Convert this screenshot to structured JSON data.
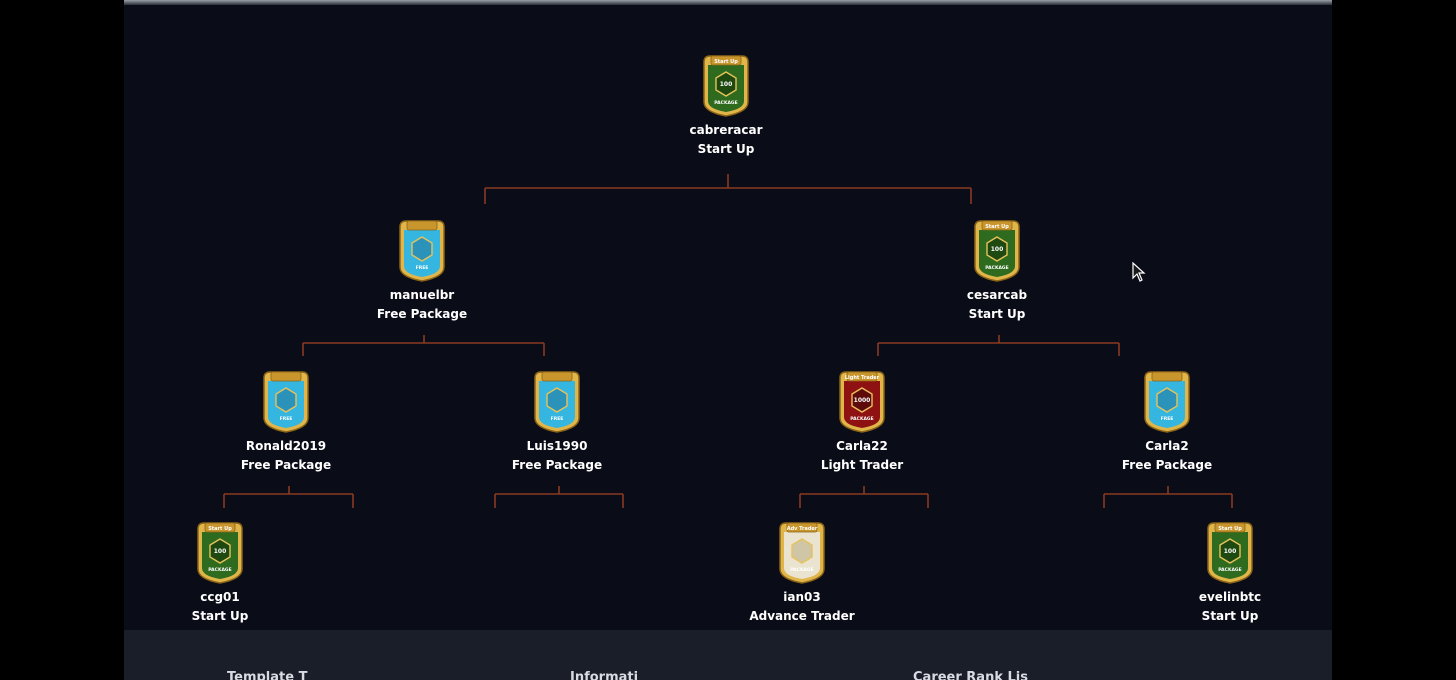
{
  "colors": {
    "connector": "#8a3a22",
    "background": "#0a0c17",
    "footer_bg": "#1a1e29"
  },
  "tree": {
    "root": {
      "username": "cabreracar",
      "package": "Start Up",
      "badge": "startup"
    },
    "level1": [
      {
        "username": "manuelbr",
        "package": "Free Package",
        "badge": "free"
      },
      {
        "username": "cesarcab",
        "package": "Start Up",
        "badge": "startup"
      }
    ],
    "level2": [
      {
        "username": "Ronald2019",
        "package": "Free Package",
        "badge": "free"
      },
      {
        "username": "Luis1990",
        "package": "Free Package",
        "badge": "free"
      },
      {
        "username": "Carla22",
        "package": "Light Trader",
        "badge": "light"
      },
      {
        "username": "Carla2",
        "package": "Free Package",
        "badge": "free"
      }
    ],
    "level3": [
      {
        "username": "ccg01",
        "package": "Start Up",
        "badge": "startup"
      },
      {
        "username": "ian03",
        "package": "Advance Trader",
        "badge": "advance"
      },
      {
        "username": "evelinbtc",
        "package": "Start Up",
        "badge": "startup"
      }
    ]
  },
  "badges": {
    "startup": {
      "banner": "Start Up",
      "value": "100",
      "label": "PACKAGE"
    },
    "light": {
      "banner": "Light Trader",
      "value": "1000",
      "label": "PACKAGE"
    },
    "advance": {
      "banner": "Adv Trader",
      "value": "",
      "label": "PACKAGE"
    },
    "free": {
      "banner": "",
      "value": "",
      "label": "FREE"
    }
  },
  "footer": {
    "col1": "Template T",
    "col2": "Informati",
    "col3": "Career Rank Lis"
  },
  "icons": {
    "cursor": "mouse-pointer-icon"
  }
}
